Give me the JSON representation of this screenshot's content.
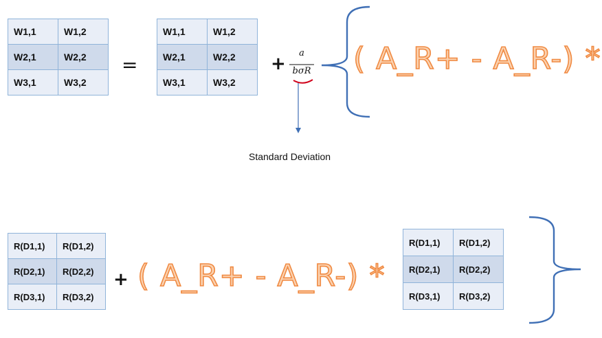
{
  "matrices": {
    "w_left": [
      [
        "W1,1",
        "W1,2"
      ],
      [
        "W2,1",
        "W2,2"
      ],
      [
        "W3,1",
        "W3,2"
      ]
    ],
    "w_right": [
      [
        "W1,1",
        "W1,2"
      ],
      [
        "W2,1",
        "W2,2"
      ],
      [
        "W3,1",
        "W3,2"
      ]
    ],
    "r_left": [
      [
        "R(D1,1)",
        "R(D1,2)"
      ],
      [
        "R(D2,1)",
        "R(D2,2)"
      ],
      [
        "R(D3,1)",
        "R(D3,2)"
      ]
    ],
    "r_right": [
      [
        "R(D1,1)",
        "R(D1,2)"
      ],
      [
        "R(D2,1)",
        "R(D2,2)"
      ],
      [
        "R(D3,1)",
        "R(D3,2)"
      ]
    ]
  },
  "operators": {
    "equals": "=",
    "plus": "+"
  },
  "fraction": {
    "numerator": "a",
    "denominator": "bσR"
  },
  "formula_text": "( A_R+ - A_R-) *",
  "annotation": "Standard Deviation",
  "colors": {
    "cell_border": "#8fb3d9",
    "cell_light": "#e9eef7",
    "cell_mid": "#cfdaeb",
    "brace": "#3f6fb5",
    "formula_stroke": "#f08a42",
    "formula_fill": "#fbd2b0",
    "underline": "#d0021b"
  }
}
